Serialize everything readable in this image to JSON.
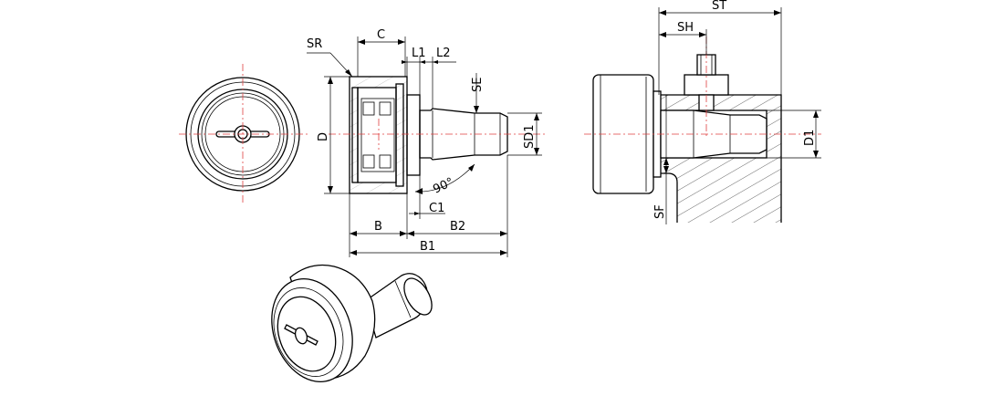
{
  "labels": {
    "SR": "SR",
    "C": "C",
    "L1": "L1",
    "L2": "L2",
    "SE": "SE",
    "D": "D",
    "SD1": "SD1",
    "angle": "90°",
    "C1": "C1",
    "B": "B",
    "B2": "B2",
    "B1": "B1",
    "ST": "ST",
    "SH": "SH",
    "D1": "D1",
    "SF": "SF"
  },
  "colors": {
    "line": "#000000",
    "centerline": "#e04040",
    "background": "#ffffff"
  }
}
